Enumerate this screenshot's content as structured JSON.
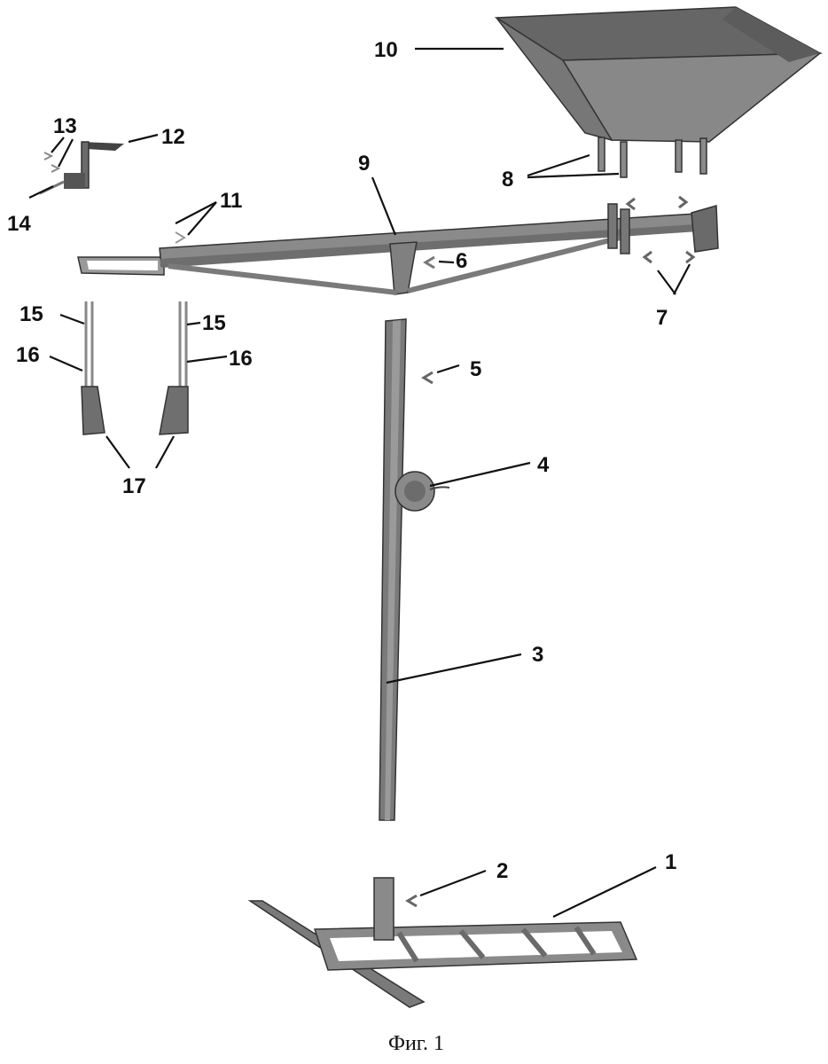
{
  "caption": "Фиг. 1",
  "labels": {
    "l1": "1",
    "l2": "2",
    "l3": "3",
    "l4": "4",
    "l5": "5",
    "l6": "6",
    "l7": "7",
    "l8": "8",
    "l9": "9",
    "l10": "10",
    "l11": "11",
    "l12": "12",
    "l13": "13",
    "l14": "14",
    "l15a": "15",
    "l15b": "15",
    "l16a": "16",
    "l16b": "16",
    "l17": "17"
  },
  "colors": {
    "metal": "#7a7a7a",
    "metal_dark": "#4a4a4a",
    "metal_light": "#a8a8a8",
    "line": "#111111"
  }
}
